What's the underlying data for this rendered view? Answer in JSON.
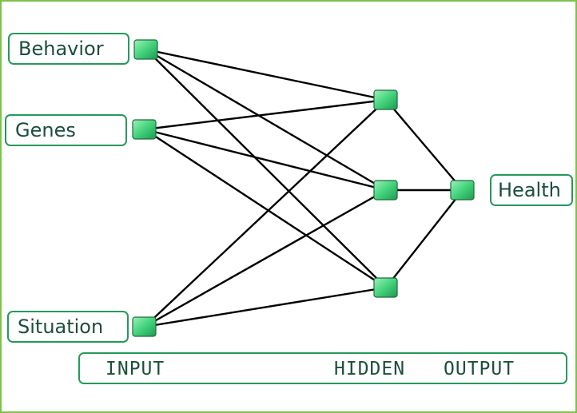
{
  "inputs": {
    "behavior": "Behavior",
    "genes": "Genes",
    "situation": "Situation"
  },
  "output": "Health",
  "layers": {
    "input": "INPUT",
    "hidden": "HIDDEN",
    "output": "OUTPUT"
  },
  "colors": {
    "frame": "#7cc24a",
    "label_border": "#249a5a",
    "label_text": "#1b4f3a",
    "node_fill": "#43d37b",
    "edge": "#000000"
  }
}
